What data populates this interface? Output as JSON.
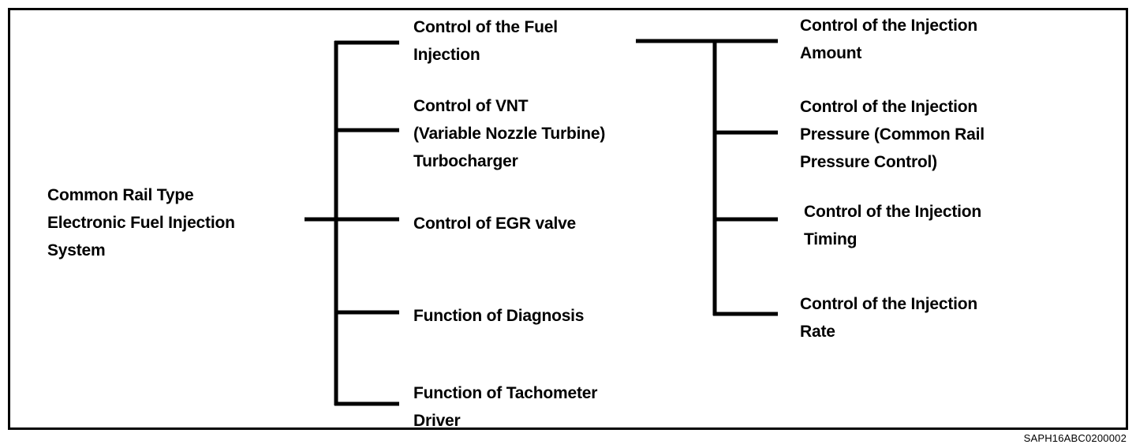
{
  "diagram": {
    "title": "Common Rail Type Electronic Fuel Injection System",
    "caption": "SAPH16ABC0200002",
    "line_color": "#000000",
    "background_color": "#ffffff",
    "root": {
      "label": "Common Rail Type\nElectronic Fuel Injection\nSystem"
    },
    "level1": [
      {
        "label": "Control of the Fuel\nInjection"
      },
      {
        "label": "Control of VNT\n(Variable Nozzle Turbine)\nTurbocharger"
      },
      {
        "label": "Control of EGR valve"
      },
      {
        "label": "Function of Diagnosis"
      },
      {
        "label": "Function of Tachometer\nDriver"
      }
    ],
    "level2": [
      {
        "label": "Control of the Injection\nAmount"
      },
      {
        "label": "Control of the Injection\nPressure (Common Rail\nPressure Control)"
      },
      {
        "label": "Control of the Injection\nTiming"
      },
      {
        "label": "Control of the Injection\nRate"
      }
    ]
  }
}
